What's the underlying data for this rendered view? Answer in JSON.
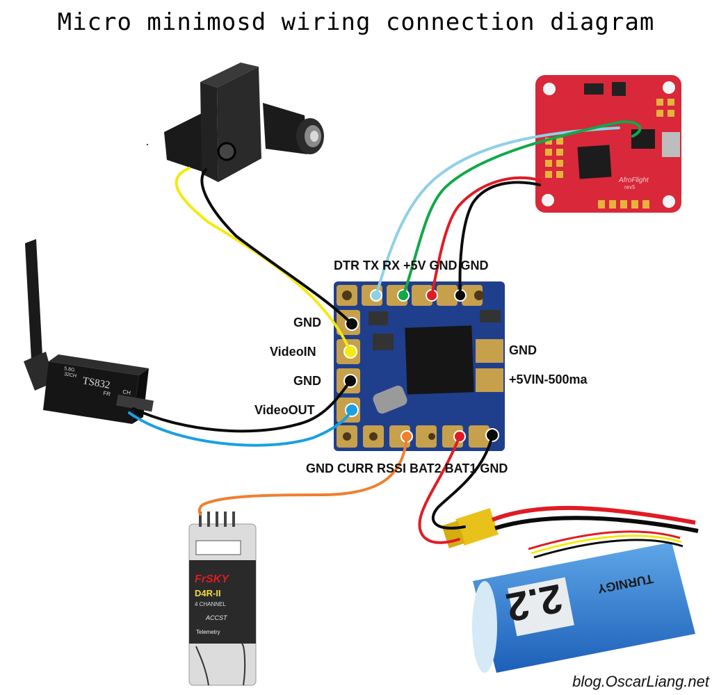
{
  "title": "Micro minimosd wiring connection diagram",
  "top_pins_label": "DTR TX RX +5V GND GND",
  "bottom_pins_label": "GND CURR RSSI BAT2 BAT1 GND",
  "left_pins": [
    "GND",
    "VideoIN",
    "GND",
    "VideoOUT"
  ],
  "right_labels": [
    "GND",
    "+5VIN-500ma"
  ],
  "vtx_text": {
    "model": "TS832",
    "band": "5.8G",
    "channels": "32CH",
    "fr": "FR",
    "ch": "CH"
  },
  "receiver_text": {
    "brand": "FrSKY",
    "model": "D4R-II",
    "channel": "4 CHANNEL",
    "accst": "ACCST",
    "telemetry": "Telemetry"
  },
  "battery_text": {
    "brand": "TURNIGY",
    "capacity": "2.2"
  },
  "fc_text": {
    "brand": "AfroFlight",
    "rev": "rev5"
  },
  "watermark": "blog.OscarLiang.net",
  "wire_colors": {
    "yellow": "#f5e90f",
    "black": "#0b0b0b",
    "light_blue": "#8fd0e6",
    "green": "#12a84a",
    "red": "#e01b24",
    "blue": "#1aa0e2",
    "orange": "#f07f2e"
  },
  "board_color": "#1f3f8c",
  "fc_color": "#d8283a"
}
